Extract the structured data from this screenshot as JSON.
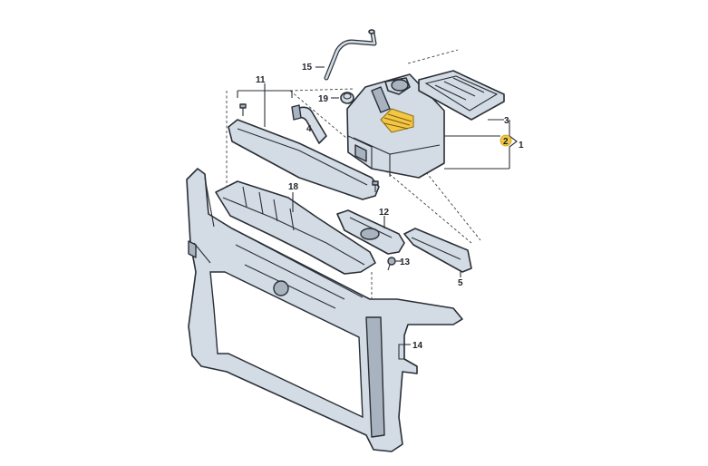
{
  "diagram": {
    "colors": {
      "part_fill": "#d3dbe4",
      "outline": "#2a2f36",
      "highlight": "#f2c744"
    },
    "callouts": [
      {
        "id": "c1",
        "label": "1"
      },
      {
        "id": "c2",
        "label": "2",
        "highlighted": true
      },
      {
        "id": "c3",
        "label": "3"
      },
      {
        "id": "c4",
        "label": "4"
      },
      {
        "id": "c5",
        "label": "5"
      },
      {
        "id": "c11",
        "label": "11"
      },
      {
        "id": "c12",
        "label": "12"
      },
      {
        "id": "c13",
        "label": "13"
      },
      {
        "id": "c14",
        "label": "14"
      },
      {
        "id": "c15",
        "label": "15"
      },
      {
        "id": "c18",
        "label": "18"
      },
      {
        "id": "c19",
        "label": "19"
      }
    ]
  }
}
